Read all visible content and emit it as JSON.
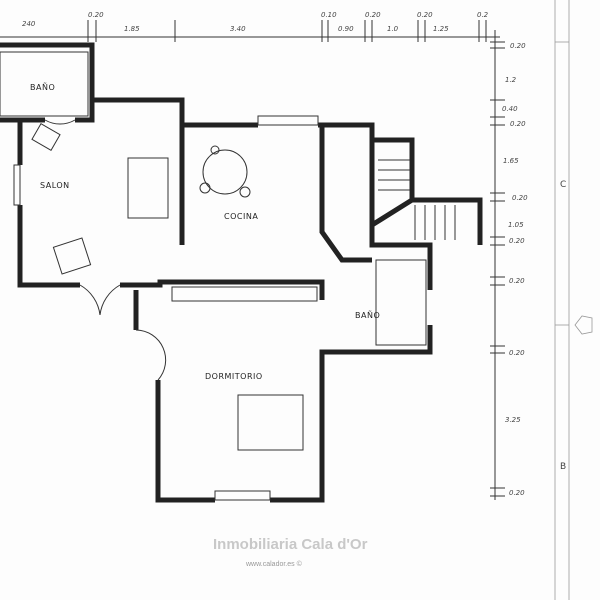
{
  "top_dimensions": [
    "240",
    "0.20",
    "1.85",
    "3.40",
    "0.10",
    "0.90",
    "0.20",
    "1.0",
    "0.20",
    "1.25",
    "0.2"
  ],
  "right_dimensions": [
    "0.20",
    "1.2",
    "0.40",
    "0.20",
    "1.65",
    "0.20",
    "1.05",
    "0.20",
    "0.20",
    "0.20",
    "3.25",
    "0.20"
  ],
  "rooms": {
    "bano_top": "BAÑO",
    "salon": "SALON",
    "cocina": "COCINA",
    "bano": "BAÑO",
    "dormitorio": "DORMITORIO"
  },
  "street_labels": [
    "C",
    "B"
  ],
  "watermark": {
    "brand": "Inmobiliaria Cala d'Or",
    "url": "www.calador.es ©"
  }
}
